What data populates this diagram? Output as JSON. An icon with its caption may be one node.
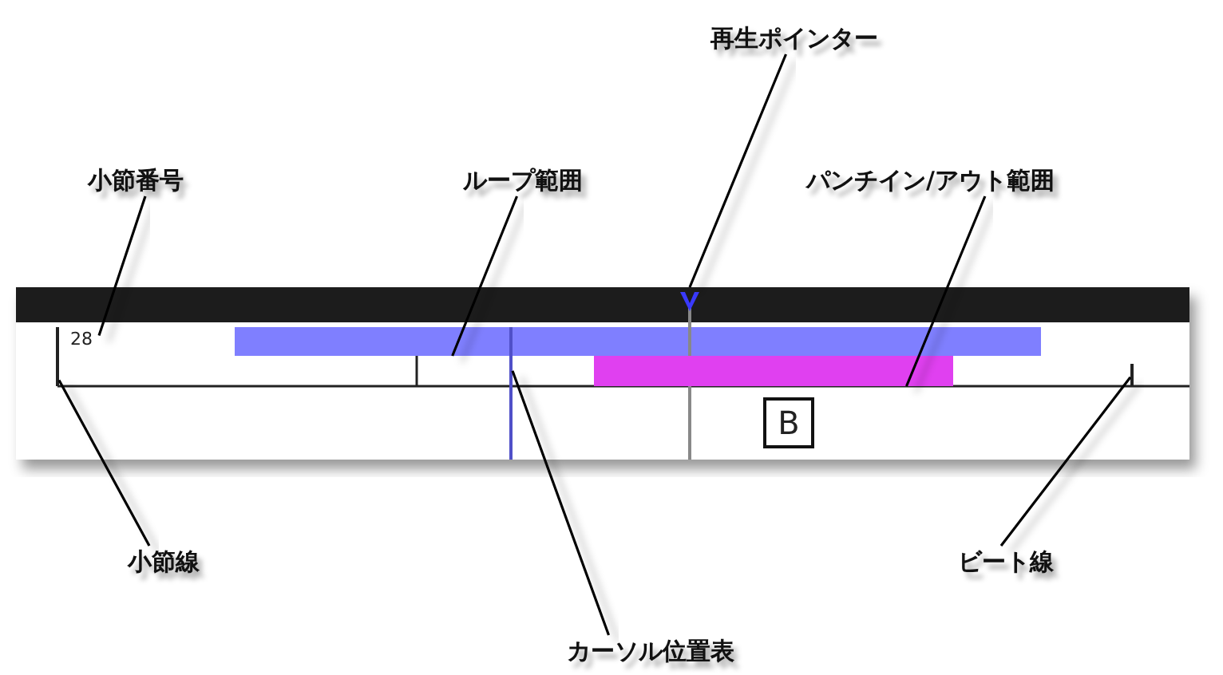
{
  "diagram": {
    "nodes": [
      {
        "text": [
          "小節番号"
        ]
      },
      {
        "text": [
          "ループ範囲"
        ]
      },
      {
        "text": [
          "再生ポインター"
        ]
      },
      {
        "text": [
          "パンチイン/アウト範囲"
        ]
      },
      {
        "text": [
          "28"
        ]
      },
      {
        "text": [],
        "shape": "bar"
      },
      {
        "text": [],
        "shape": "pointer"
      },
      {
        "text": [],
        "shape": "bar"
      },
      {
        "text": [],
        "shape": "line"
      },
      {
        "text": [],
        "shape": "line"
      },
      {
        "text": [],
        "shape": "line"
      },
      {
        "text": [
          "B"
        ]
      },
      {
        "text": [
          "小節線"
        ]
      },
      {
        "text": [
          "カーソル位置表"
        ]
      },
      {
        "text": [
          "ビート線"
        ]
      }
    ],
    "edges": [
      {
        "from": 0,
        "to": 4,
        "arrow": "none"
      },
      {
        "from": 1,
        "to": 5,
        "arrow": "none"
      },
      {
        "from": 2,
        "to": 6,
        "arrow": "none"
      },
      {
        "from": 3,
        "to": 7,
        "arrow": "none"
      },
      {
        "from": 12,
        "to": 8,
        "arrow": "none"
      },
      {
        "from": 13,
        "to": 9,
        "arrow": "none"
      },
      {
        "from": 14,
        "to": 10,
        "arrow": "none"
      }
    ]
  }
}
